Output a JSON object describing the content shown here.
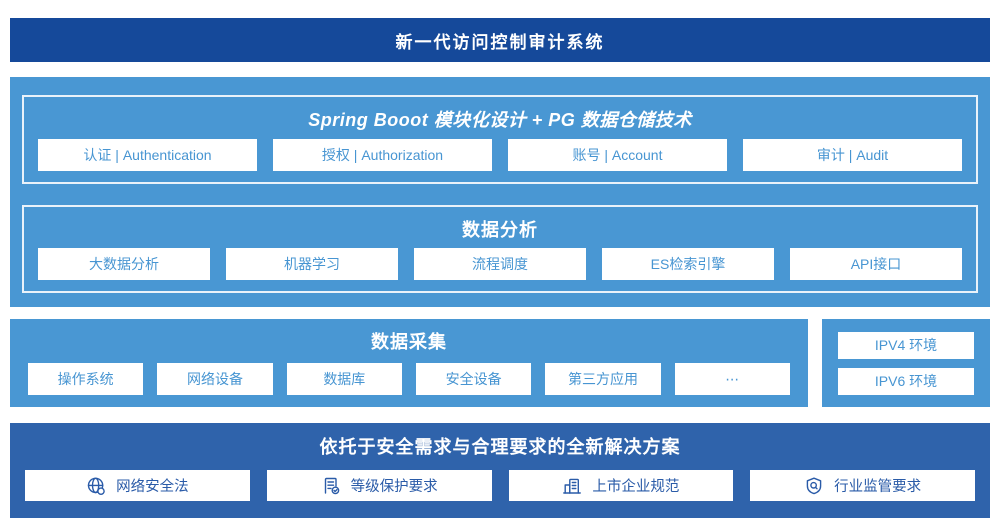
{
  "banner": {
    "title": "新一代访问控制审计系统"
  },
  "platform": {
    "module_layer": {
      "title": "Spring Booot 模块化设计 + PG 数据仓储技术",
      "items": [
        "认证 | Authentication",
        "授权 | Authorization",
        "账号 | Account",
        "审计 | Audit"
      ]
    },
    "analysis_layer": {
      "title": "数据分析",
      "items": [
        "大数据分析",
        "机器学习",
        "流程调度",
        "ES检索引擎",
        "API接口"
      ]
    }
  },
  "collection": {
    "title": "数据采集",
    "items": [
      "操作系统",
      "网络设备",
      "数据库",
      "安全设备",
      "第三方应用",
      "⋯"
    ]
  },
  "environment": {
    "items": [
      "IPV4 环境",
      "IPV6 环境"
    ]
  },
  "solution": {
    "title": "依托于安全需求与合理要求的全新解决方案",
    "items": [
      {
        "icon": "globe-icon",
        "label": "网络安全法"
      },
      {
        "icon": "document-check-icon",
        "label": "等级保护要求"
      },
      {
        "icon": "building-icon",
        "label": "上市企业规范"
      },
      {
        "icon": "shield-search-icon",
        "label": "行业监管要求"
      }
    ]
  },
  "colors": {
    "banner_bg": "#15499a",
    "light_blue_bg": "#4997d3",
    "solution_bg": "#2f63ab",
    "chip_text_light": "#4795d2",
    "chip_text_dark": "#2a5ba8"
  }
}
